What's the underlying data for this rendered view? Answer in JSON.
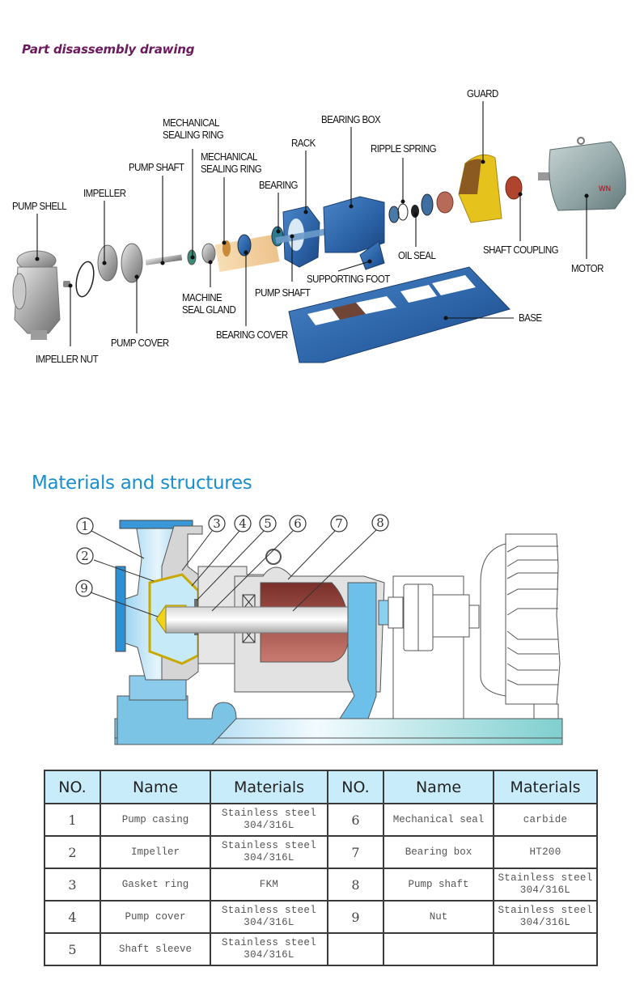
{
  "sections": {
    "disassembly_title": "Part disassembly drawing",
    "materials_title": "Materials and structures"
  },
  "disassembly_labels": {
    "pump_shell": "PUMP SHELL",
    "impeller": "IMPELLER",
    "impeller_nut": "IMPELLER NUT",
    "pump_cover": "PUMP COVER",
    "pump_shaft_1": "PUMP SHAFT",
    "mech_sealing_ring_1_line1": "MECHANICAL",
    "mech_sealing_ring_1_line2": "SEALING RING",
    "mech_sealing_ring_2_line1": "MECHANICAL",
    "mech_sealing_ring_2_line2": "SEALING RING",
    "machine_seal_gland_line1": "MACHINE",
    "machine_seal_gland_line2": "SEAL GLAND",
    "bearing": "BEARING",
    "bearing_cover": "BEARING COVER",
    "rack": "RACK",
    "pump_shaft_2": "PUMP SHAFT",
    "bearing_box": "BEARING BOX",
    "supporting_foot": "SUPPORTING FOOT",
    "ripple_spring": "RIPPLE SPRING",
    "oil_seal": "OIL SEAL",
    "guard": "GUARD",
    "shaft_coupling": "SHAFT COUPLING",
    "motor": "MOTOR",
    "base": "BASE",
    "motor_badge": "WN"
  },
  "callouts": [
    "1",
    "2",
    "3",
    "4",
    "5",
    "6",
    "7",
    "8",
    "9"
  ],
  "table": {
    "headers": [
      "NO.",
      "Name",
      "Materials",
      "NO.",
      "Name",
      "Materials"
    ],
    "rows": [
      {
        "no_a": "1",
        "name_a": "Pump casing",
        "mat_a_1": "Stainless steel",
        "mat_a_2": "304/316L",
        "no_b": "6",
        "name_b": "Mechanical seal",
        "mat_b_1": "carbide",
        "mat_b_2": ""
      },
      {
        "no_a": "2",
        "name_a": "Impeller",
        "mat_a_1": "Stainless steel",
        "mat_a_2": "304/316L",
        "no_b": "7",
        "name_b": "Bearing box",
        "mat_b_1": "HT200",
        "mat_b_2": ""
      },
      {
        "no_a": "3",
        "name_a": "Gasket ring",
        "mat_a_1": "FKM",
        "mat_a_2": "",
        "no_b": "8",
        "name_b": "Pump shaft",
        "mat_b_1": "Stainless steel",
        "mat_b_2": "304/316L"
      },
      {
        "no_a": "4",
        "name_a": "Pump cover",
        "mat_a_1": "Stainless steel",
        "mat_a_2": "304/316L",
        "no_b": "9",
        "name_b": "Nut",
        "mat_b_1": "Stainless steel",
        "mat_b_2": "304/316L"
      },
      {
        "no_a": "5",
        "name_a": "Shaft sleeve",
        "mat_a_1": "Stainless steel",
        "mat_a_2": "304/316L",
        "no_b": "",
        "name_b": "",
        "mat_b_1": "",
        "mat_b_2": ""
      }
    ]
  },
  "colors": {
    "title_purple": "#6b1a5e",
    "title_blue": "#1a8fd0",
    "table_header_bg": "#c9ecfb",
    "part_blue": "#2f6cb0",
    "guard_yellow": "#e5c21c",
    "coupling_red": "#b0442c"
  }
}
